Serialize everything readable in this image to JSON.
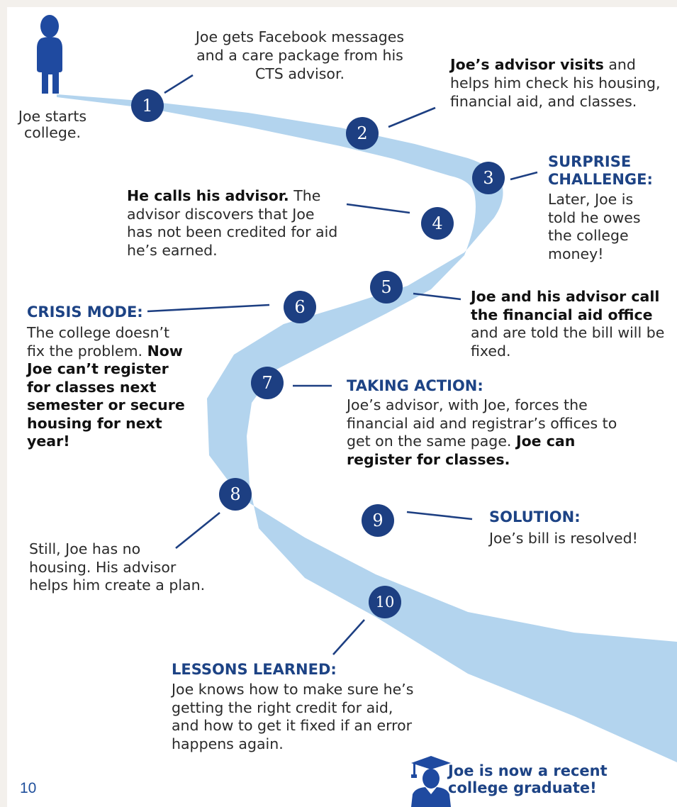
{
  "steps": [
    {
      "number": "1",
      "text": "Joe gets Facebook messages and a care package from his CTS advisor."
    },
    {
      "number": "2",
      "lead": "Joe’s advisor visits",
      "text": " and helps him check his housing, financial aid, and classes."
    },
    {
      "number": "3",
      "heading": "SURPRISE CHALLENGE:",
      "text": "Later, Joe is told he owes the college money!"
    },
    {
      "number": "4",
      "lead": "He calls his advisor.",
      "text": " The advisor discovers that Joe has not been credited for aid he’s earned."
    },
    {
      "number": "5",
      "lead": "Joe and his advisor call the financial aid office",
      "text": " and are told the bill will be fixed."
    },
    {
      "number": "6",
      "heading": "CRISIS MODE:",
      "text": "The college doesn’t fix the problem. ",
      "bold": "Now Joe can’t register for classes next semester or secure housing for next year!"
    },
    {
      "number": "7",
      "heading": "TAKING ACTION:",
      "text": "Joe’s advisor, with Joe, forces the financial aid and registrar’s offices to get on the same page.  ",
      "bold": "Joe can register for classes."
    },
    {
      "number": "8",
      "text": "Still, Joe has no housing. His advisor helps him create a plan."
    },
    {
      "number": "9",
      "heading": "SOLUTION:",
      "text": "Joe’s bill is resolved!"
    },
    {
      "number": "10",
      "heading": "LESSONS LEARNED:",
      "text": "Joe knows how to make sure he’s getting the right credit for aid, and how to get it fixed if an error happens again."
    }
  ],
  "start_text": "Joe starts college.",
  "end_text": "Joe is now a recent college graduate!",
  "page_number": "10",
  "colors": {
    "road": "#b3d4ee",
    "badge": "#1d3f82",
    "heading": "#1d4385",
    "figure": "#1f4aa0",
    "page_number": "#1f4f9c"
  },
  "icons": [
    "student-figure-icon",
    "graduate-figure-icon"
  ]
}
